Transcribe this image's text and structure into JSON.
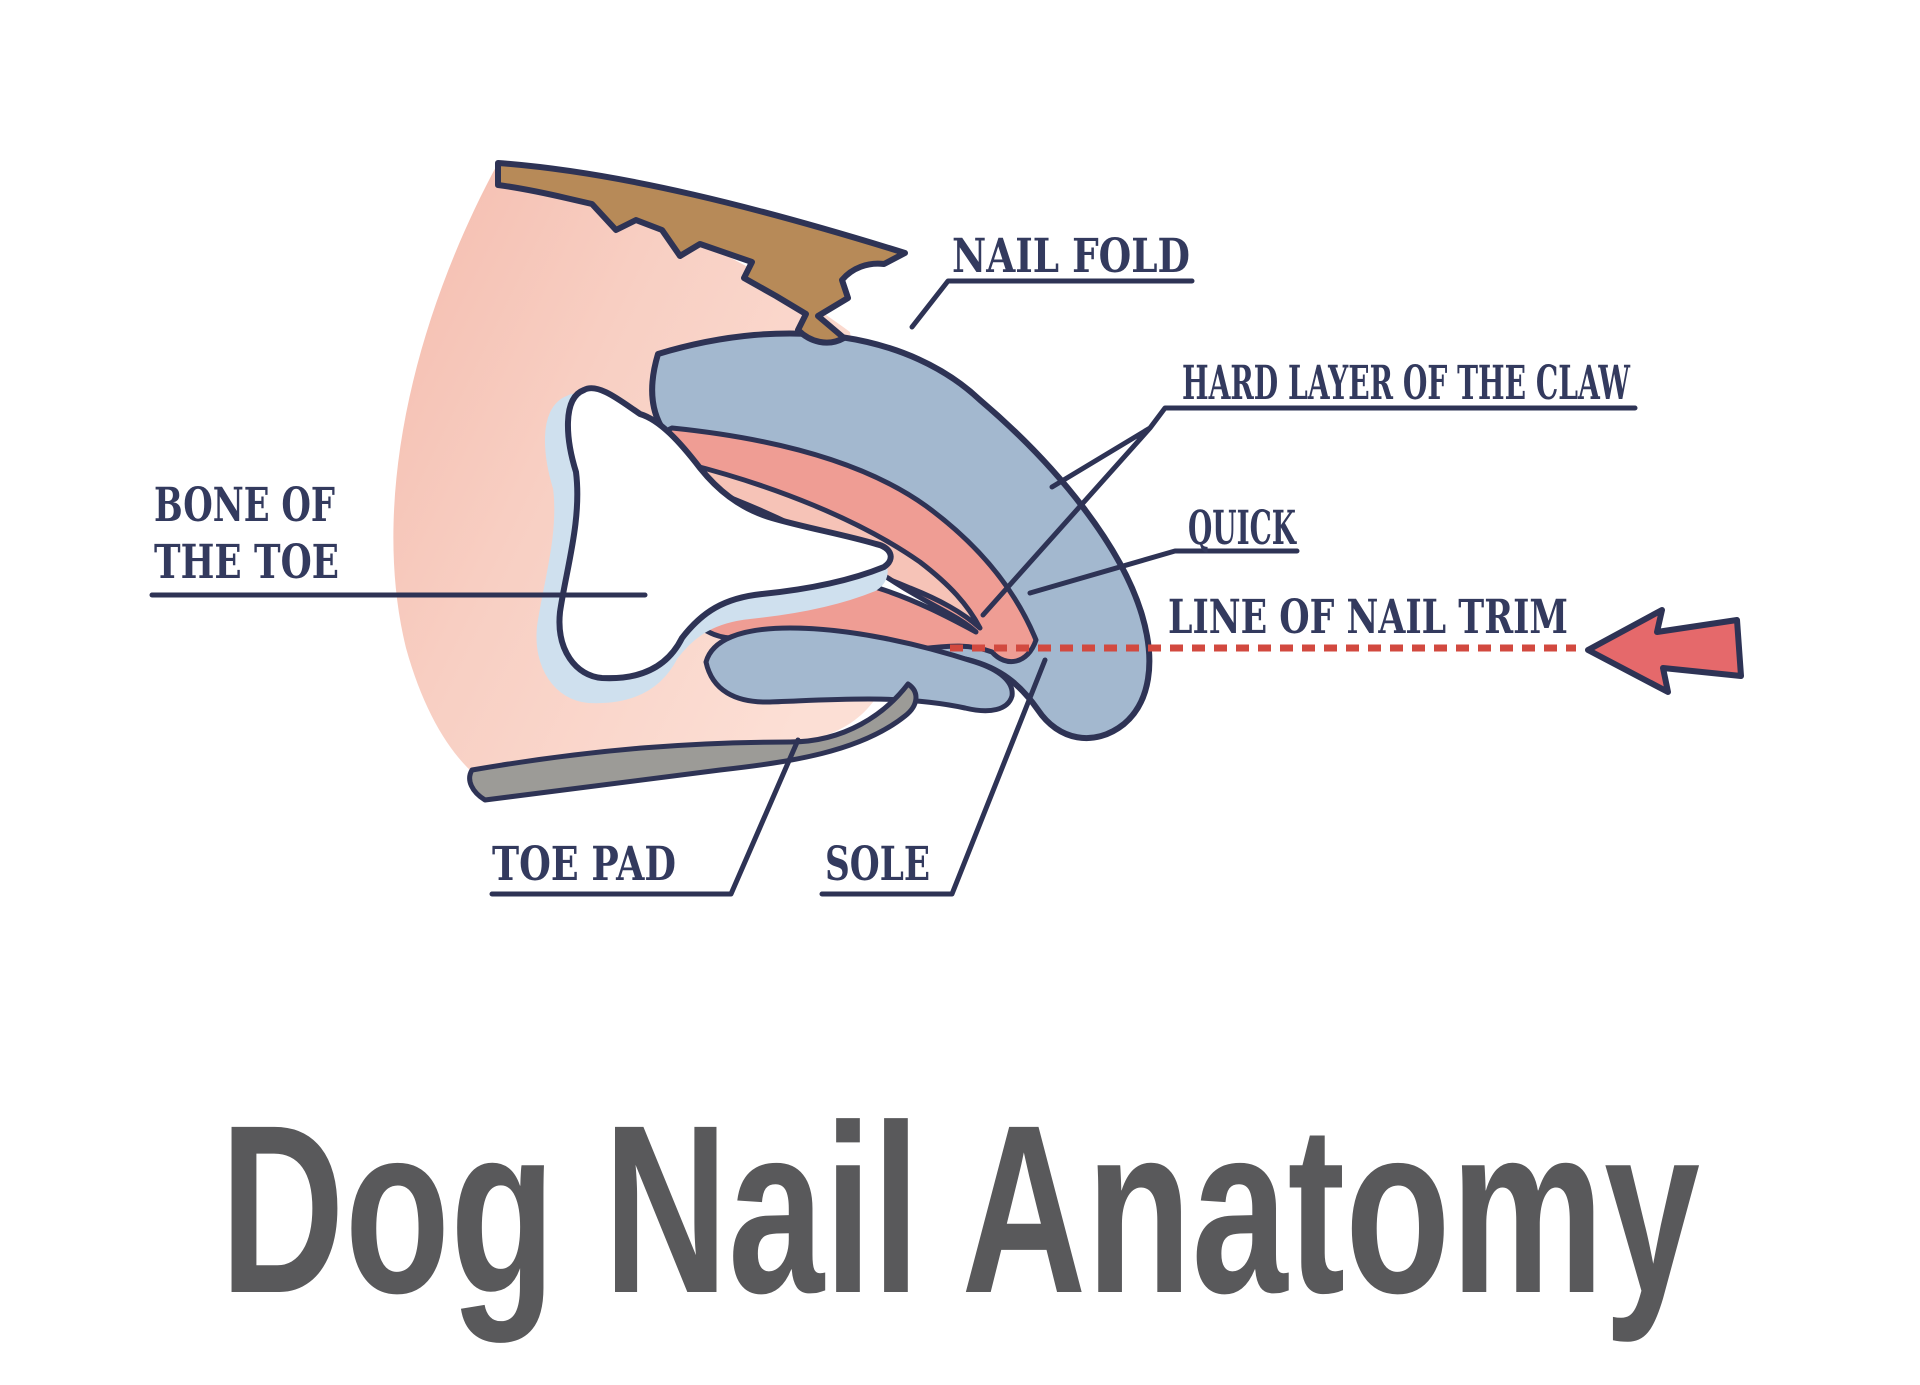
{
  "diagram": {
    "title": "Dog Nail Anatomy",
    "labels": {
      "nail_fold": "NAIL FOLD",
      "hard_layer": "HARD LAYER OF THE CLAW",
      "quick": "QUICK",
      "line_of_nail_trim": "LINE OF NAIL TRIM",
      "bone_line1": "BONE OF",
      "bone_line2": "THE TOE",
      "toe_pad": "TOE PAD",
      "sole": "SOLE"
    },
    "colors": {
      "outline_navy": "#2e3355",
      "label_text": "#333a5e",
      "title_gray": "#59595b",
      "skin_pink": "#f6c2b4",
      "skin_pink_light": "#fcdfd5",
      "fur_brown": "#b78a58",
      "claw_hard_layer_blue": "#a3b8cf",
      "quick_salmon": "#ef9d94",
      "inner_skin_band": "#f6c3b7",
      "bone_white": "#ffffff",
      "bone_shadow_blue": "#cfe0ee",
      "toe_pad_gray": "#9c9b97",
      "trim_line_red": "#d2493f",
      "arrow_red": "#e5696b"
    }
  }
}
